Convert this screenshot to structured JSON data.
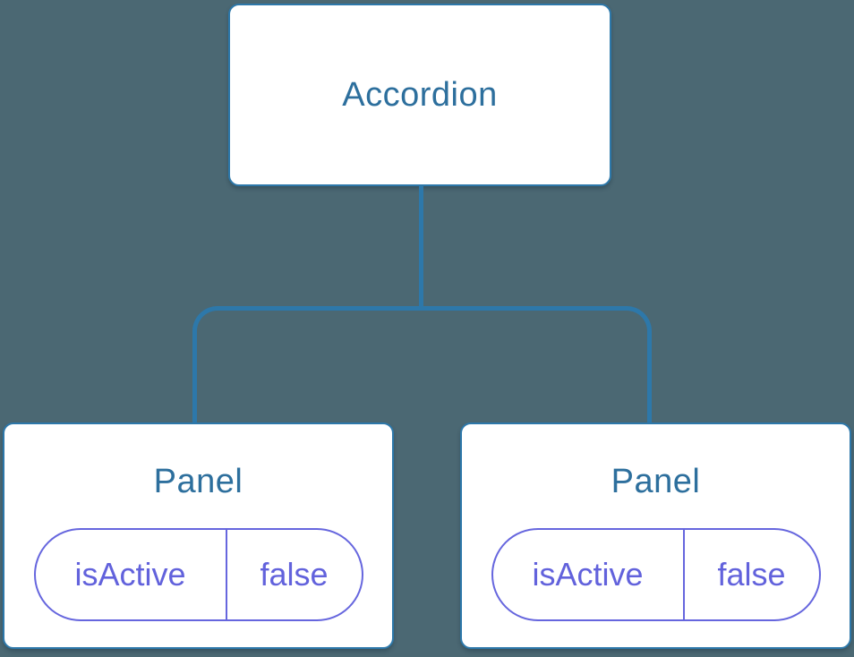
{
  "diagram": {
    "type": "component-tree",
    "palette": {
      "background": "#4B6873",
      "node_fill": "#FFFFFF",
      "node_border": "#2D78AA",
      "connector": "#2D78AA",
      "node_text": "#2D6F9D",
      "state_accent": "#6262DC"
    },
    "root": {
      "label": "Accordion"
    },
    "children": [
      {
        "label": "Panel",
        "state": {
          "key": "isActive",
          "value": "false"
        }
      },
      {
        "label": "Panel",
        "state": {
          "key": "isActive",
          "value": "false"
        }
      }
    ]
  }
}
